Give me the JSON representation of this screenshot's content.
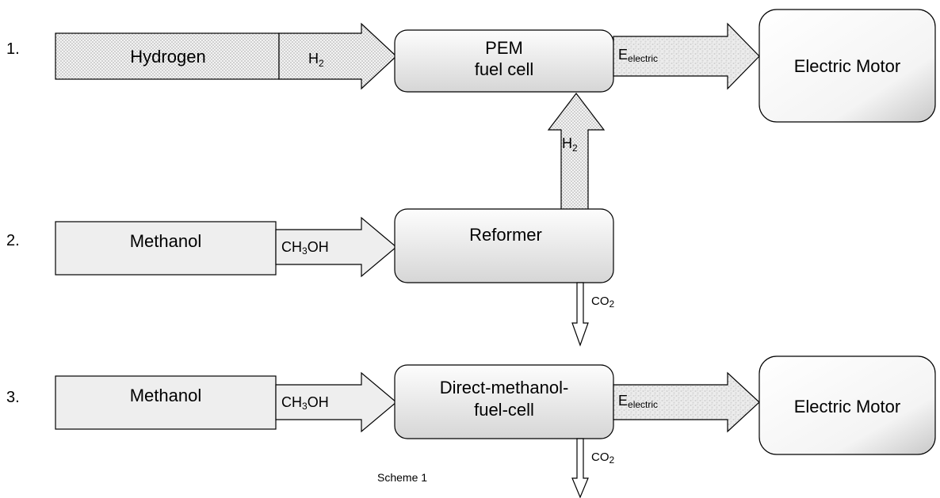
{
  "rows": [
    {
      "number": "1.",
      "source": "Hydrogen"
    },
    {
      "number": "2.",
      "source": "Methanol"
    },
    {
      "number": "3.",
      "source": "Methanol"
    }
  ],
  "nodes": {
    "pem_line1": "PEM",
    "pem_line2": "fuel cell",
    "motor_1": "Electric Motor",
    "reformer": "Reformer",
    "dmfc_line1": "Direct-methanol-",
    "dmfc_line2": "fuel-cell",
    "motor_3": "Electric Motor"
  },
  "flows": {
    "h2_base": "H",
    "h2_sub": "2",
    "energy_base": "E",
    "energy_sub": "electric",
    "methanol_pre": "CH",
    "methanol_sub": "3",
    "methanol_post": "OH",
    "co2_base": "CO",
    "co2_sub": "2"
  },
  "caption": "Scheme 1",
  "colors": {
    "light_fill": "#eeeeee",
    "box_fill_top": "#fdfdfd",
    "box_fill_bottom": "#d6d6d6",
    "stroke": "#000000"
  }
}
